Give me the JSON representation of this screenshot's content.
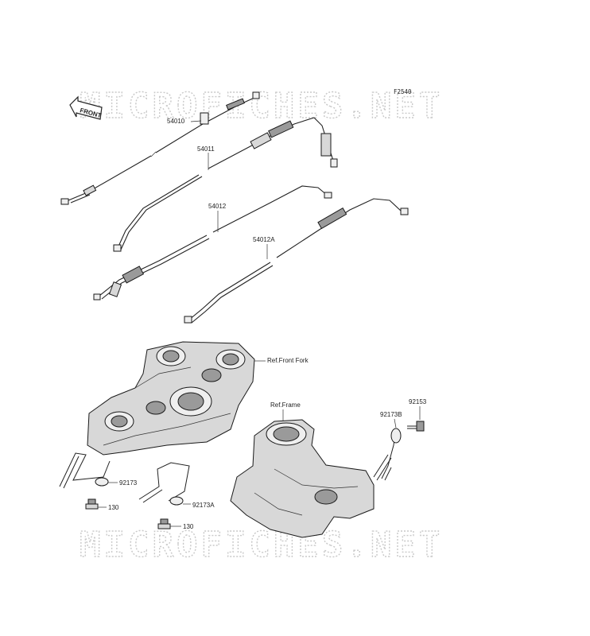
{
  "diagram": {
    "figure_code": "F2540",
    "front_arrow_text": "FRONT",
    "watermark": "MICROFICHES.NET",
    "callouts": {
      "c54010": "54010",
      "c54011": "54011",
      "c54012": "54012",
      "c54012A": "54012A",
      "ref_front_fork": "Ref.Front Fork",
      "ref_frame": "Ref.Frame",
      "c92153": "92153",
      "c92173B": "92173B",
      "c92173": "92173",
      "c92173A": "92173A",
      "c130a": "130",
      "c130b": "130"
    }
  }
}
